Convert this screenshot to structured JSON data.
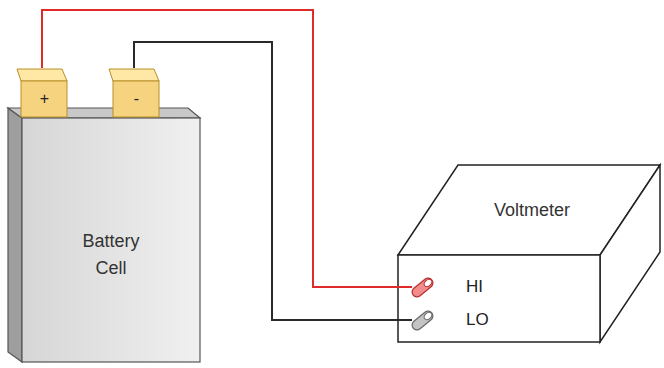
{
  "diagram": {
    "nodes": [
      {
        "text": [
          "Battery Cell"
        ]
      },
      {
        "text": [
          "+"
        ]
      },
      {
        "text": [
          "-"
        ]
      },
      {
        "text": [
          "Voltmeter"
        ]
      },
      {
        "text": [
          "HI"
        ],
        "in": 3
      },
      {
        "text": [
          "LO"
        ],
        "in": 3
      }
    ],
    "edges": [
      {
        "from": 1,
        "to": 4,
        "arrow": "none"
      },
      {
        "from": 2,
        "to": 5,
        "arrow": "none"
      }
    ]
  }
}
